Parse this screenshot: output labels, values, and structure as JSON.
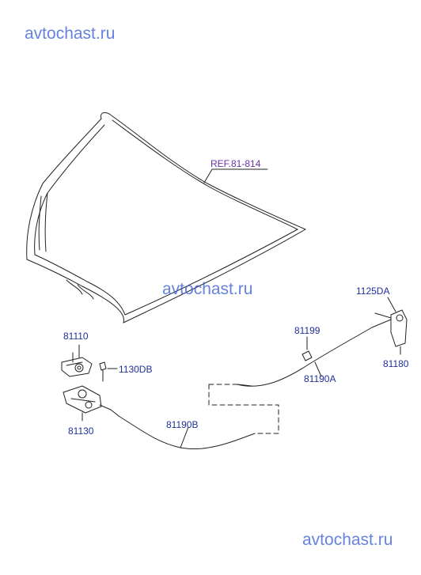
{
  "watermarks": {
    "top": "avtochast.ru",
    "middle": "avtochast.ru",
    "bottom": "avtochast.ru"
  },
  "reference": "REF.81-814",
  "parts": {
    "p81110": "81110",
    "p1130DB": "1130DB",
    "p81130": "81130",
    "p81190B": "81190B",
    "p81199": "81199",
    "p81190A": "81190A",
    "p1125DA": "1125DA",
    "p81180": "81180"
  },
  "colors": {
    "watermark": "#3a5fd6",
    "part_label": "#1f2f9a",
    "reference_label": "#6b2fa8",
    "line": "#222222"
  }
}
